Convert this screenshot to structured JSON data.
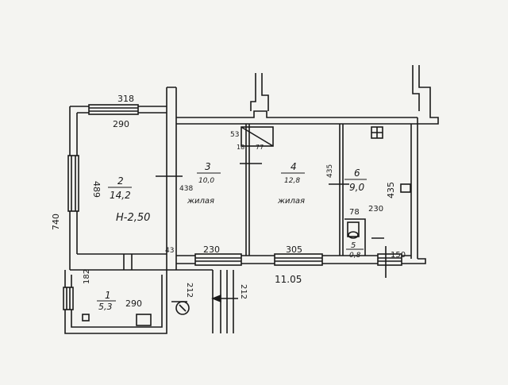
{
  "plan": {
    "dims": {
      "top_outer": "318",
      "top_inner": "290",
      "left_outer": "740",
      "room2_height": "489",
      "room3_right": "438",
      "room4_right": "435",
      "room6_right": "435",
      "vent_left": "53",
      "vent_a": "18",
      "vent_b": "77",
      "small_43": "43",
      "room3_bottom": "230",
      "room4_bottom": "305",
      "room6_top": "230",
      "right_bottom": "150",
      "total_width": "11.05",
      "room1_height": "182",
      "room1_width": "290",
      "hall_a": "212",
      "hall_b": "212",
      "wc_width": "78"
    },
    "rooms": [
      {
        "id": "room-2",
        "number": "2",
        "area": "14,2",
        "note": "H-2,50"
      },
      {
        "id": "room-3",
        "number": "3",
        "area": "10,0",
        "note": "жилая"
      },
      {
        "id": "room-4",
        "number": "4",
        "area": "12,8",
        "note": "жилая"
      },
      {
        "id": "room-6",
        "number": "6",
        "area": "9,0",
        "note": ""
      },
      {
        "id": "room-1",
        "number": "1",
        "area": "5,3",
        "note": ""
      },
      {
        "id": "room-5",
        "number": "5",
        "area": "0,8",
        "note": ""
      }
    ]
  }
}
